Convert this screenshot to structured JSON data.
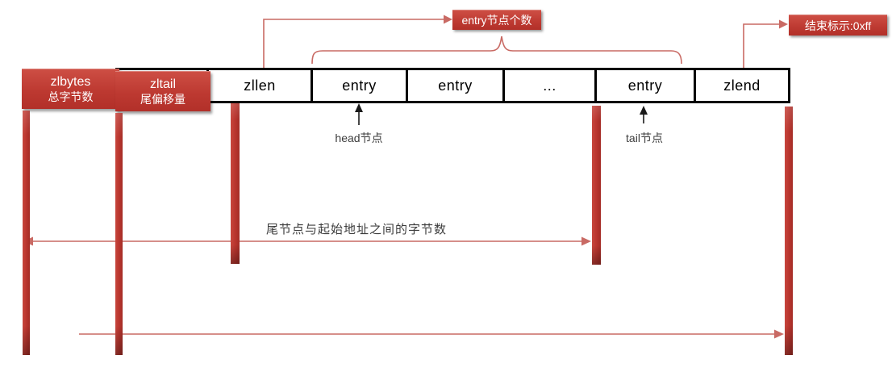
{
  "colors": {
    "accent_red": "#bd3931",
    "connector_red": "#c96a64",
    "border_black": "#000000",
    "annotation_text": "#3d3d3d",
    "label_text_white": "#ffffff"
  },
  "callouts": {
    "entry_count": "entry节点个数",
    "end_marker": "结束标示:0xff"
  },
  "header_fields": [
    {
      "name": "zlbytes",
      "desc": "总字节数"
    },
    {
      "name": "zltail",
      "desc": "尾偏移量"
    }
  ],
  "cells": [
    {
      "label": "zllen"
    },
    {
      "label": "entry"
    },
    {
      "label": "entry"
    },
    {
      "label": "..."
    },
    {
      "label": "entry"
    },
    {
      "label": "zlend"
    }
  ],
  "annotations": {
    "head_node": "head节点",
    "tail_node": "tail节点",
    "tail_offset_caption": "尾节点与起始地址之间的字节数"
  }
}
